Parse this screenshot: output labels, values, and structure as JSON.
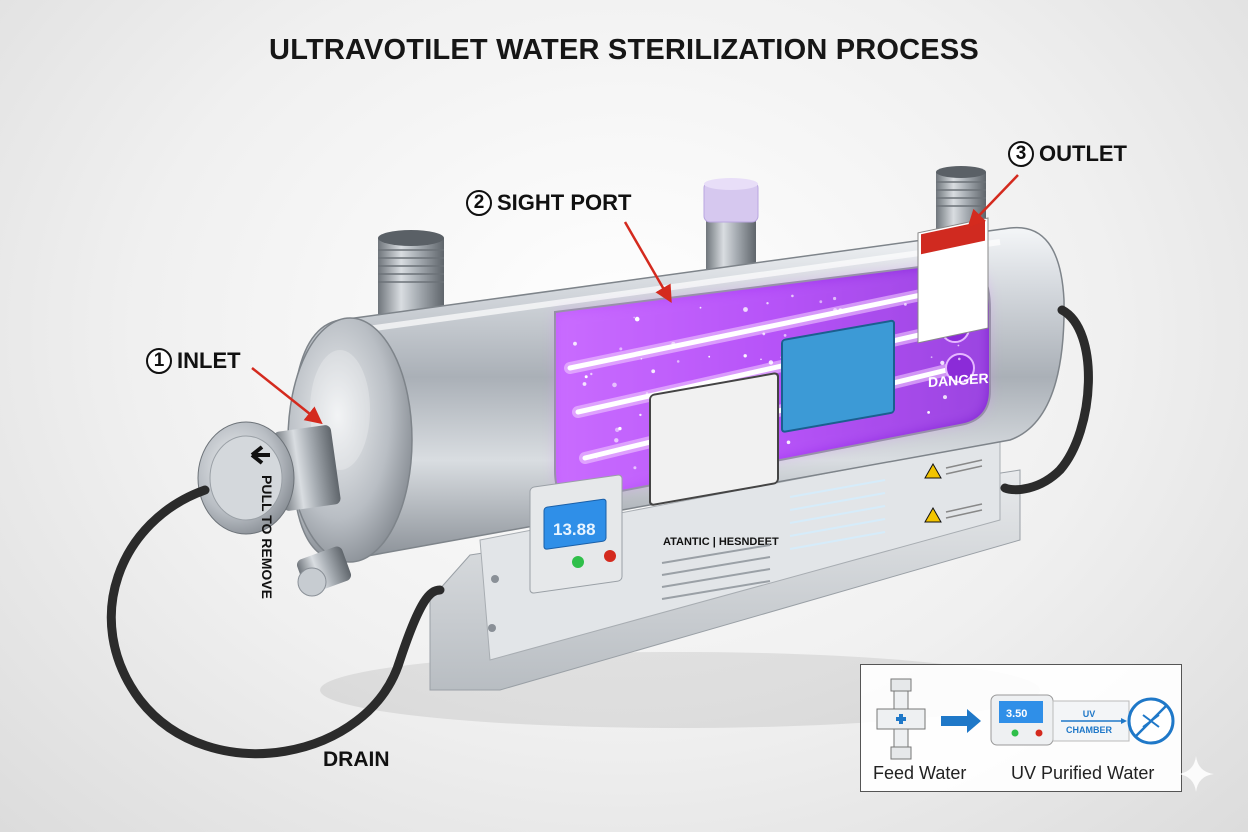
{
  "title": "ULTRAVOTILET WATER STERILIZATION PROCESS",
  "callouts": {
    "inlet": {
      "number": "1",
      "label": "INLET"
    },
    "sight_port": {
      "number": "2",
      "label": "SIGHT PORT"
    },
    "outlet": {
      "number": "3",
      "label": "OUTLET"
    },
    "drain": "DRAIN"
  },
  "end_cap": {
    "text": "PULL TO REMOVE"
  },
  "control_panel": {
    "display": "13.88"
  },
  "label_plate": {
    "brand": "ATANTIC | HESNDEET"
  },
  "warning_label": {
    "header": "DANGER"
  },
  "inset": {
    "display": "3.50",
    "chamber_line1": "UV",
    "chamber_line2": "CHAMBER",
    "feed_label": "Feed Water",
    "purified_label": "UV Purified Water"
  },
  "colors": {
    "uv_glow": "#b040ff",
    "steel": "#c8cdd2",
    "arrow_red": "#d42a1e",
    "inset_blue": "#1f78c8",
    "display_blue": "#2f8fe8",
    "danger_red": "#d02a20"
  }
}
